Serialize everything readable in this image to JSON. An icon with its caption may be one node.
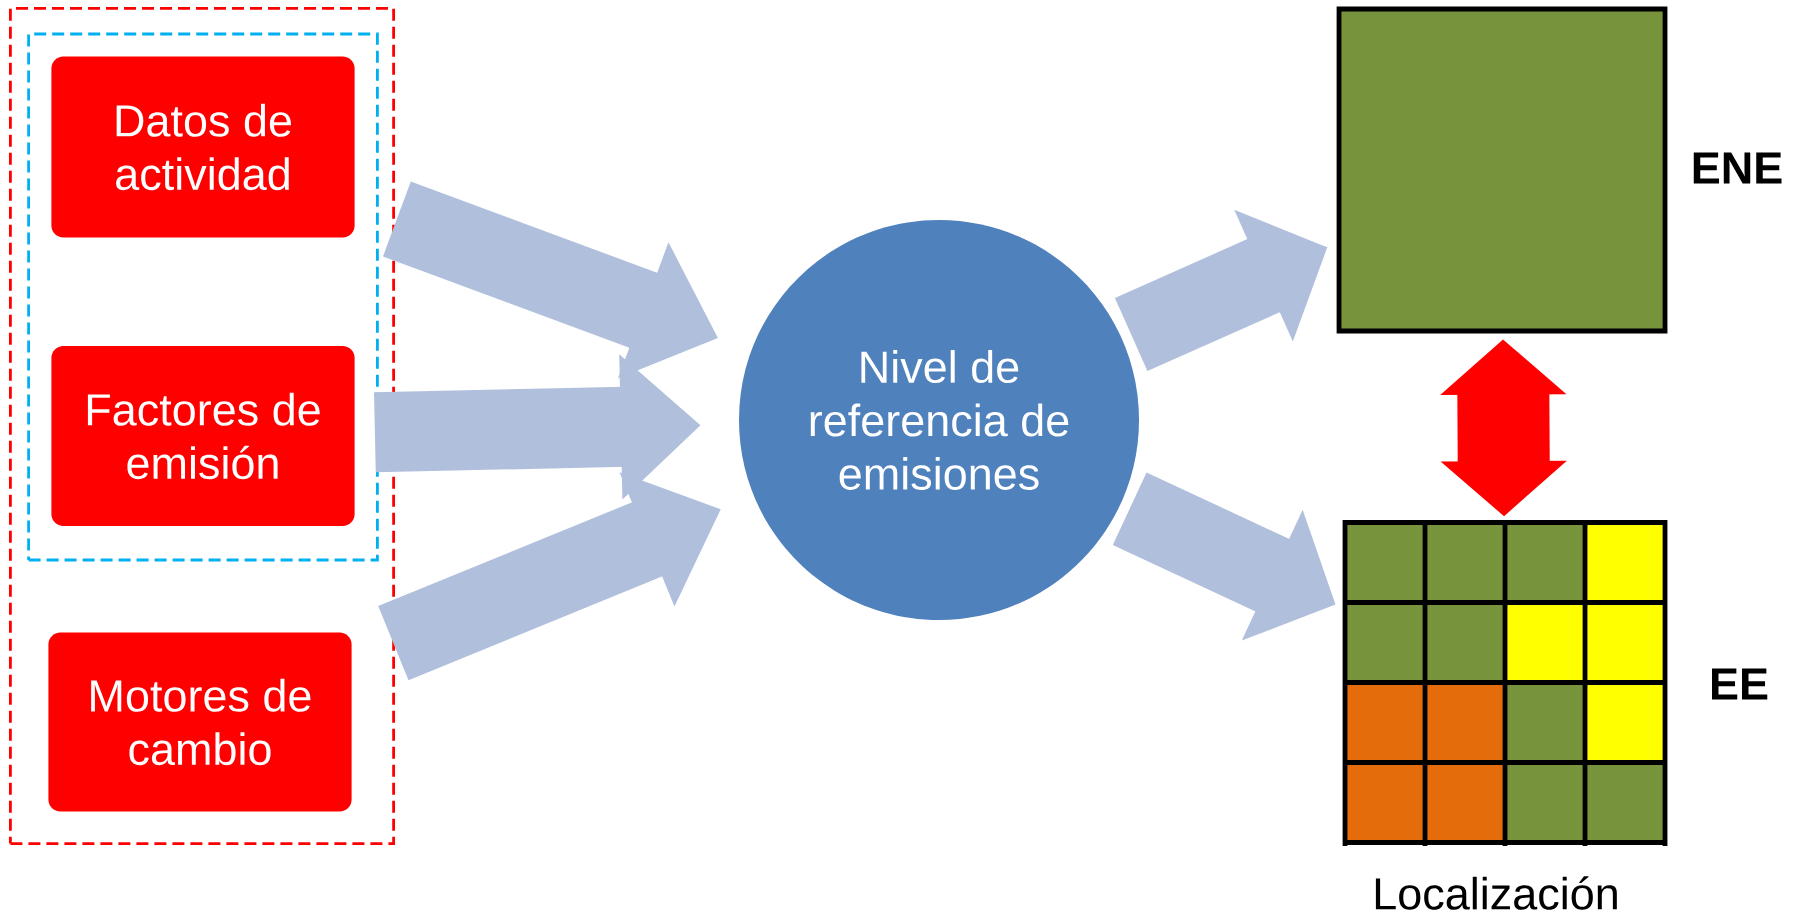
{
  "diagram": {
    "nodes": [
      {
        "text": [],
        "shape": "box"
      },
      {
        "text": [],
        "shape": "box",
        "in": 0
      },
      {
        "text": [
          "Datos de actividad"
        ],
        "in": 1
      },
      {
        "text": [
          "Factores de emisión"
        ],
        "in": 1
      },
      {
        "text": [
          "Motores de cambio"
        ],
        "in": 0
      },
      {
        "text": [
          "Nivel de referencia de emisiones"
        ]
      },
      {
        "text": [],
        "shape": "box",
        "beside": [
          "ENE"
        ]
      },
      {
        "text": [],
        "shape": "picture",
        "beside": [
          "EE",
          "Localización"
        ]
      }
    ],
    "edges": [
      {
        "from": 2,
        "to": 5,
        "arrow": "to"
      },
      {
        "from": 3,
        "to": 5,
        "arrow": "to"
      },
      {
        "from": 4,
        "to": 5,
        "arrow": "to"
      },
      {
        "from": 5,
        "to": 6,
        "arrow": "to"
      },
      {
        "from": 5,
        "to": 7,
        "arrow": "to"
      },
      {
        "from": 6,
        "to": 7,
        "arrow": "both",
        "color": "#ff0000"
      }
    ]
  }
}
